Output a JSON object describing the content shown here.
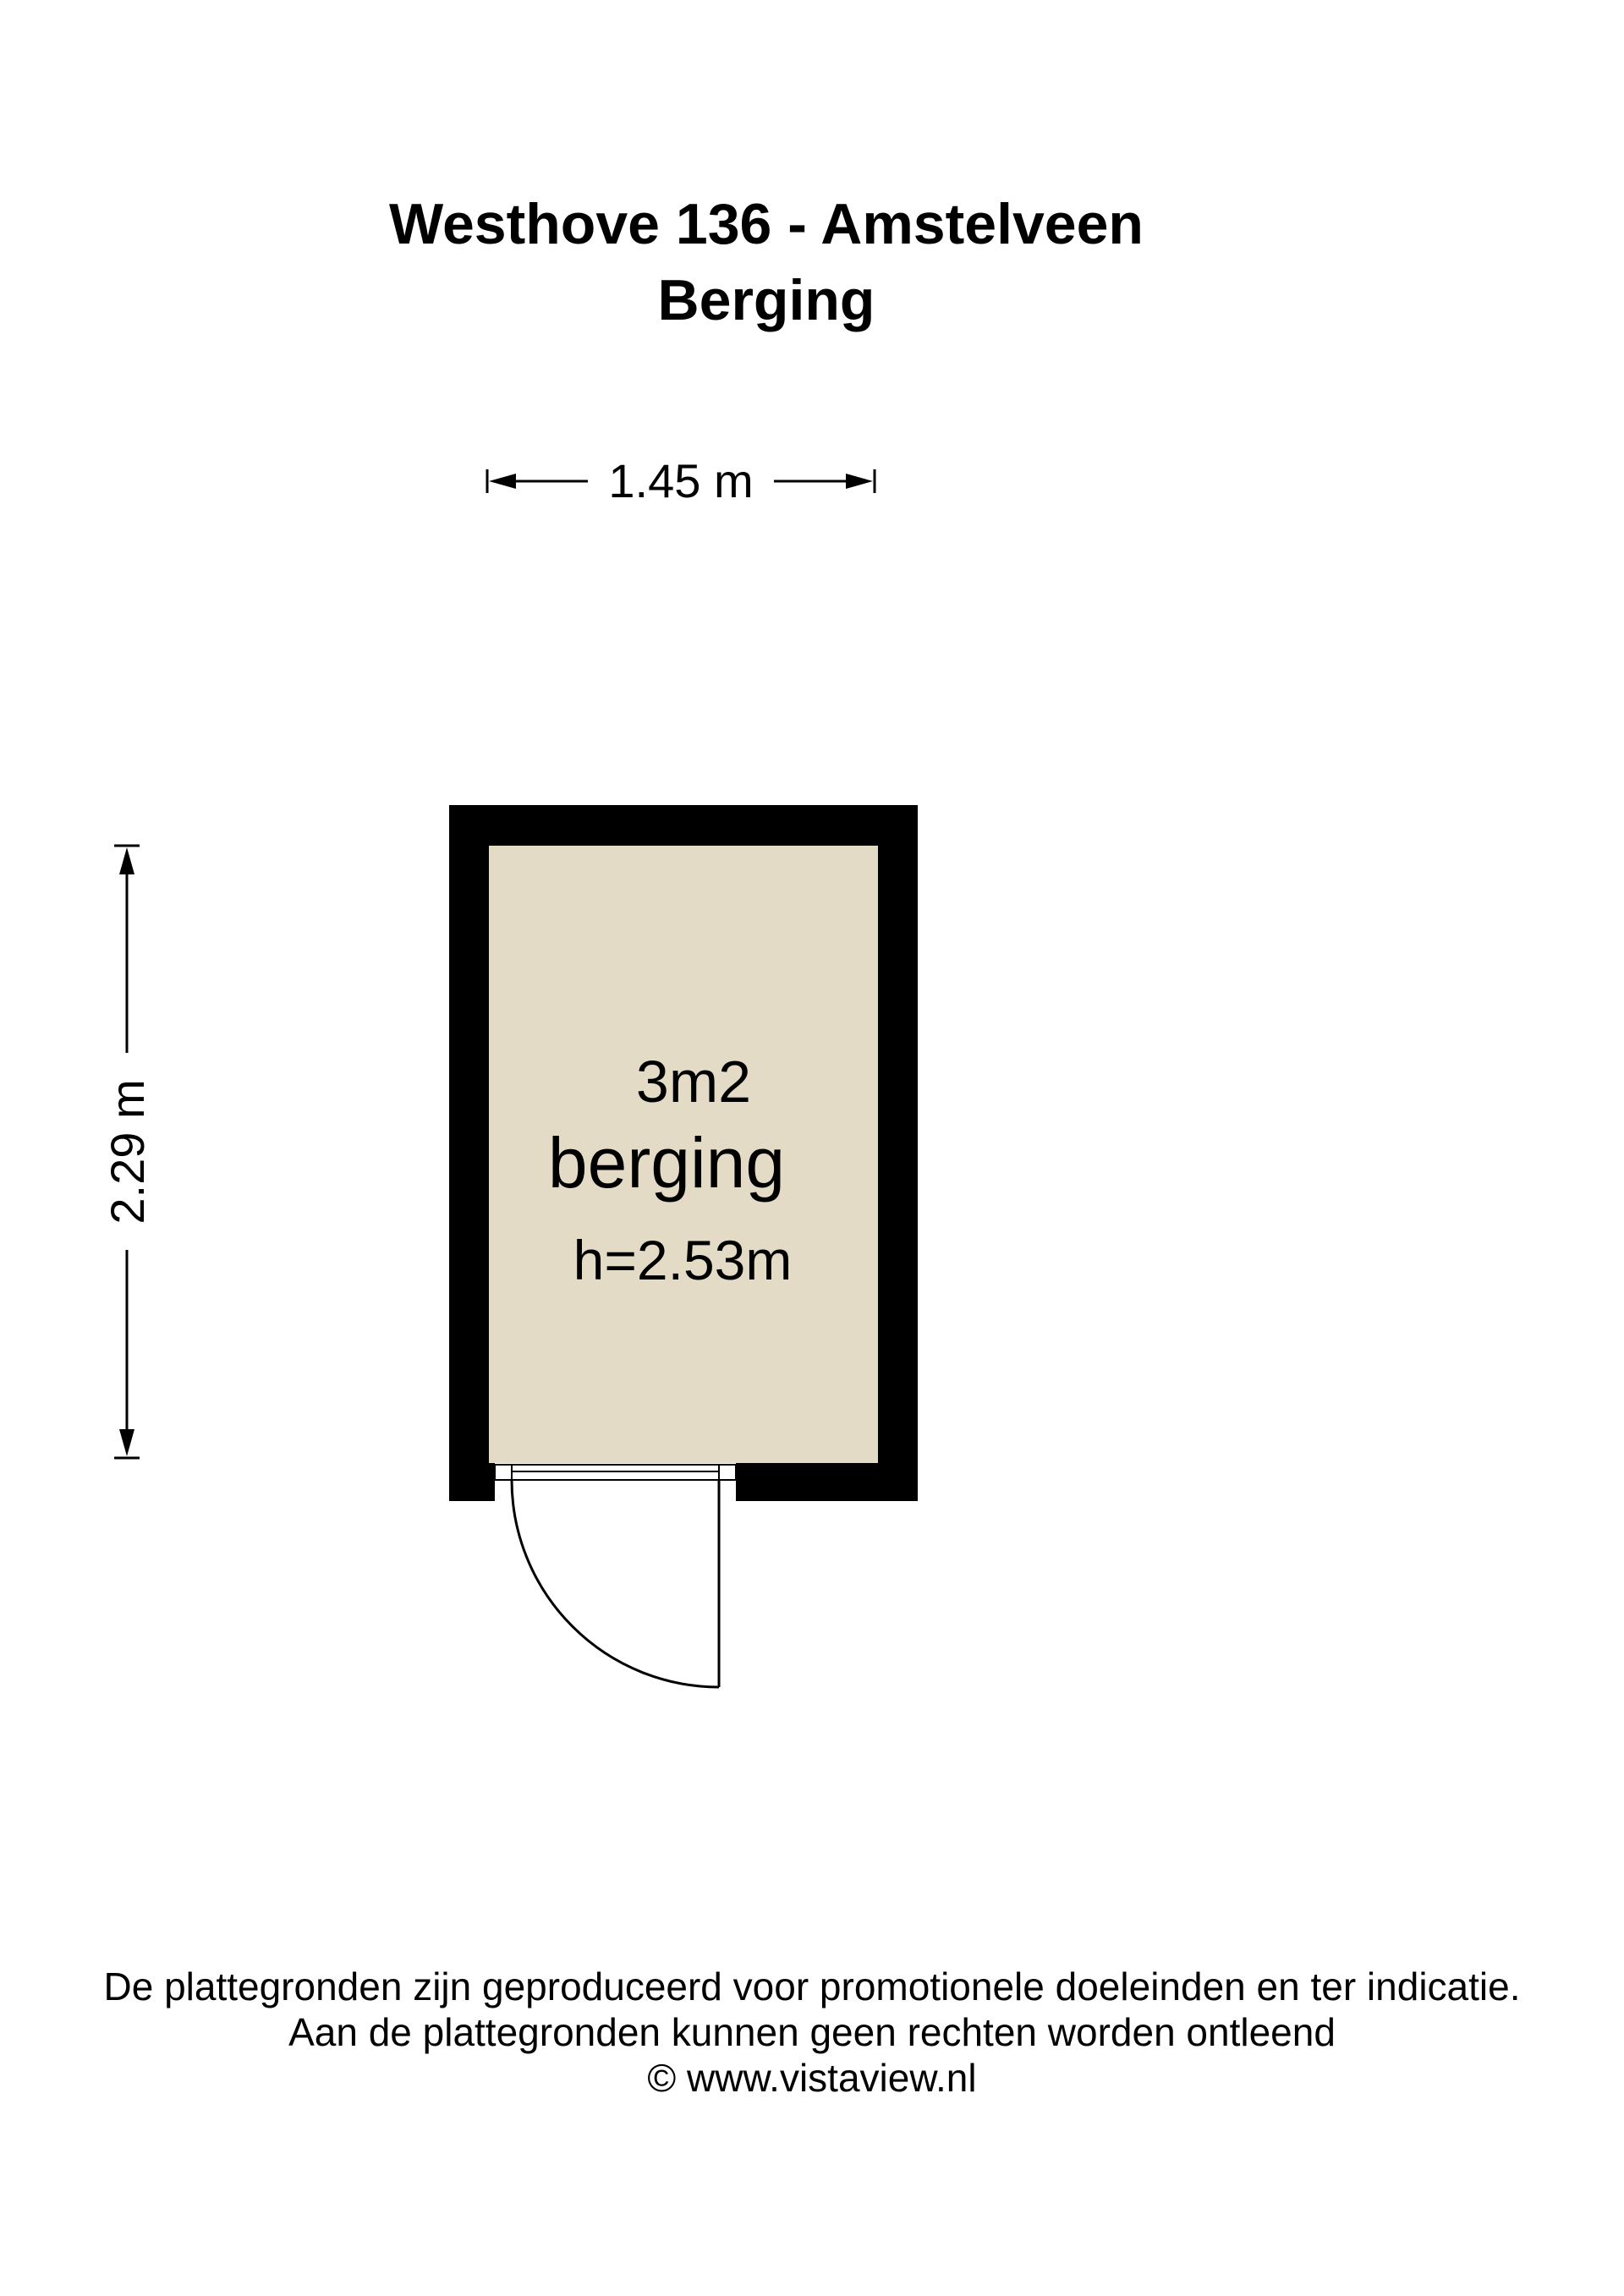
{
  "header": {
    "title": "Westhove 136 - Amstelveen",
    "subtitle": "Berging"
  },
  "dimensions": {
    "width_label": "1.45 m",
    "height_label": "2.29 m"
  },
  "room": {
    "area": "3m2",
    "name": "berging",
    "ceiling_height": "h=2.53m"
  },
  "colors": {
    "wall": "#000000",
    "floor": "#e3dbc6"
  },
  "footer": {
    "line1": "De plattegronden zijn geproduceerd voor promotionele doeleinden en ter indicatie.",
    "line2": "Aan de plattegronden kunnen geen rechten worden ontleend",
    "line3": "© www.vistaview.nl"
  }
}
